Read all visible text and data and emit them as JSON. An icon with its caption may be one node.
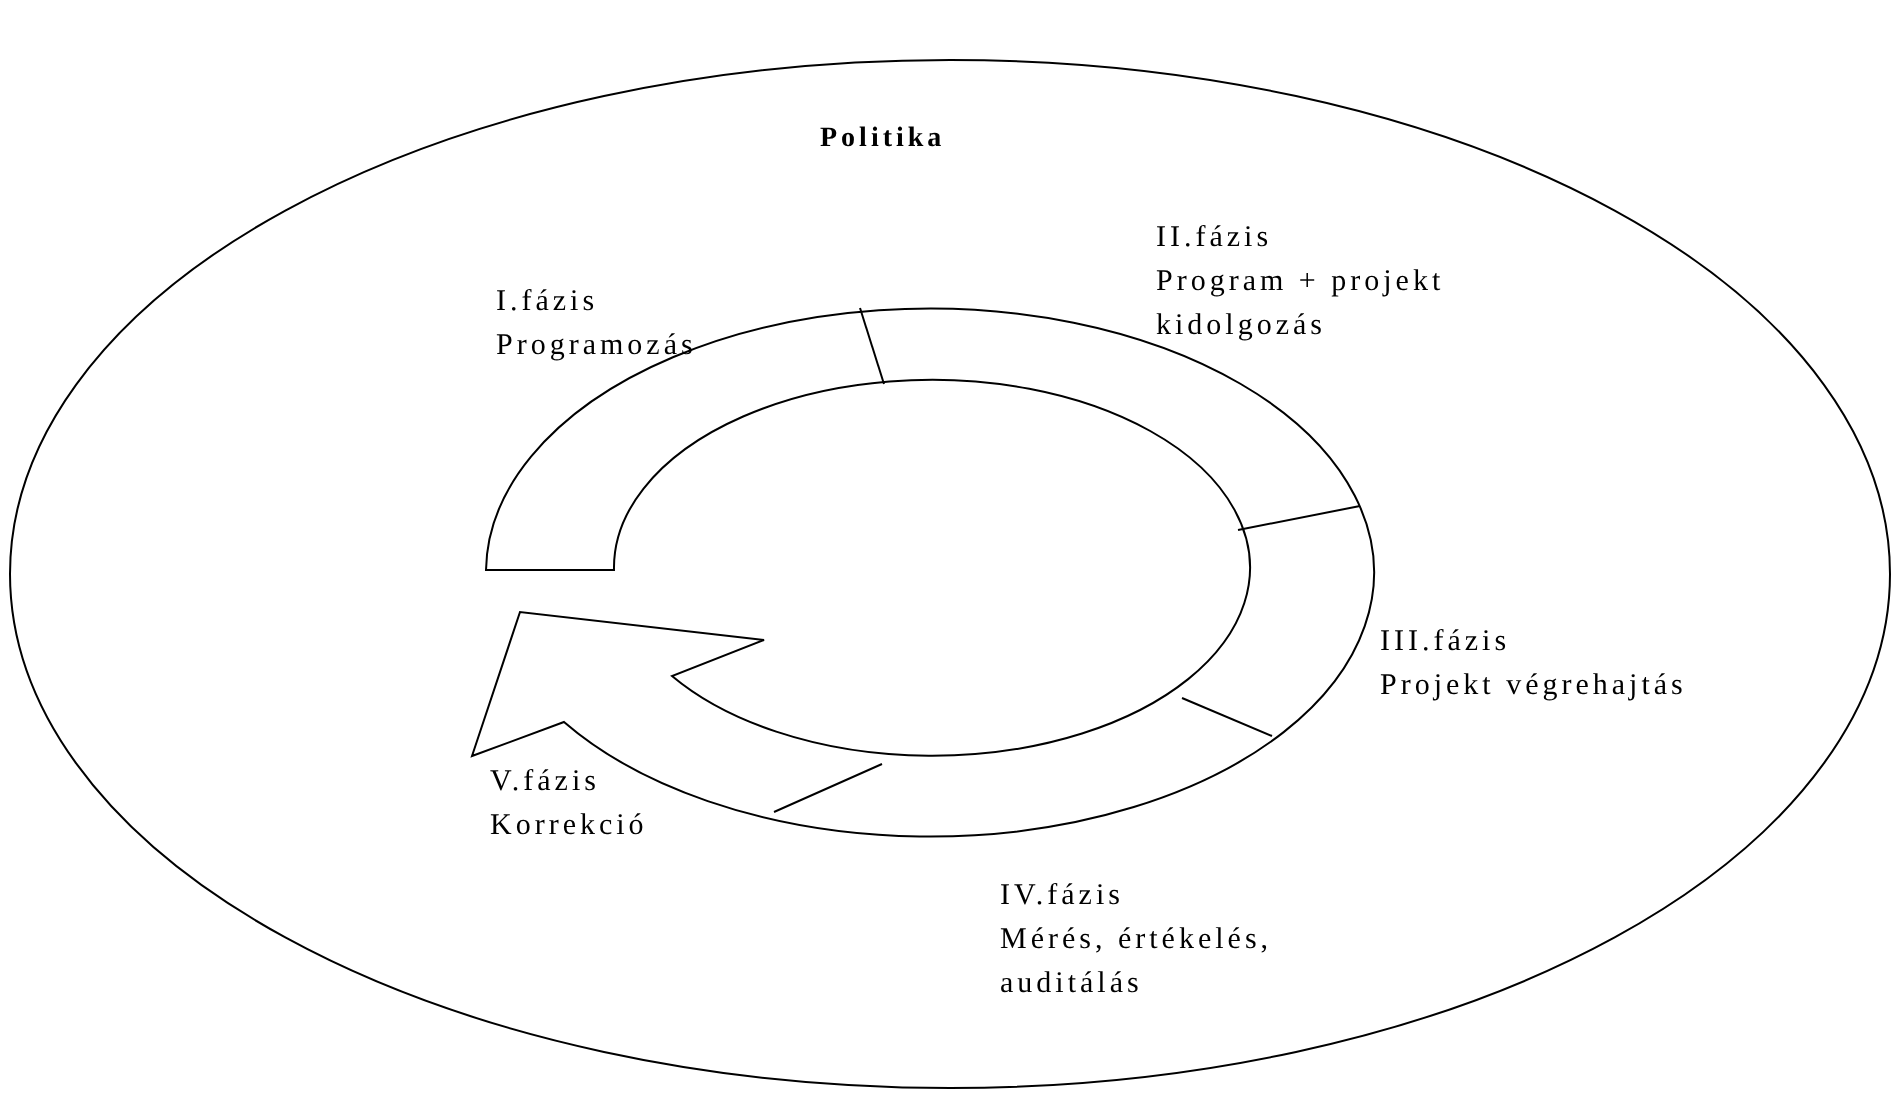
{
  "diagram": {
    "nodes": [
      {
        "text": [
          "Politika"
        ]
      }
    ],
    "labels": [
      "I.fázis",
      "Programozás",
      "II.fázis",
      "Program + projekt kidolgozás",
      "III.fázis",
      "Projekt végrehajtás",
      "IV.fázis",
      "Mérés, értékelés, auditálás",
      "V.fázis",
      "Korrekció"
    ]
  }
}
